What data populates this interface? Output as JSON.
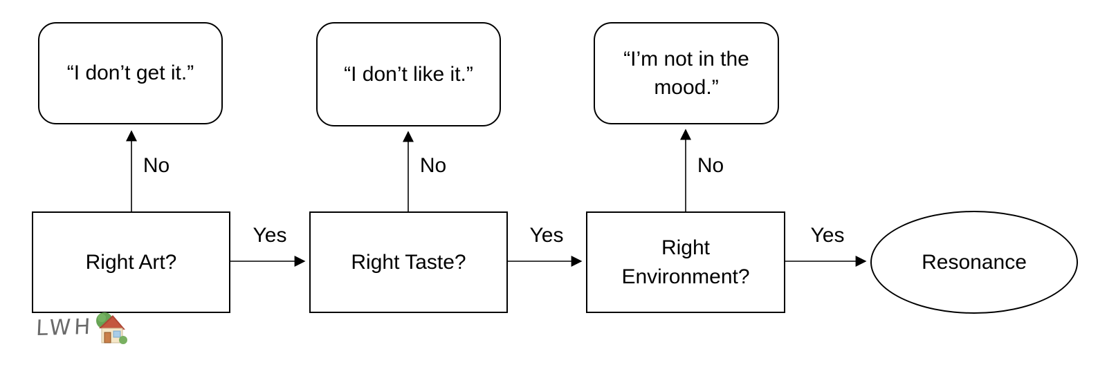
{
  "diagram": {
    "nodes": {
      "i_dont_get_it": {
        "label": "“I don’t get it.”",
        "shape": "rounded-rectangle"
      },
      "i_dont_like_it": {
        "label": "“I don’t like it.”",
        "shape": "rounded-rectangle"
      },
      "im_not_in_the_mood": {
        "label": "“I’m not in the mood.”",
        "shape": "rounded-rectangle"
      },
      "right_art": {
        "label": "Right Art?",
        "shape": "rectangle"
      },
      "right_taste": {
        "label": "Right Taste?",
        "shape": "rectangle"
      },
      "right_environment": {
        "label": "Right Environment?",
        "shape": "rectangle"
      },
      "resonance": {
        "label": "Resonance",
        "shape": "ellipse"
      }
    },
    "edges": [
      {
        "from": "right_art",
        "to": "i_dont_get_it",
        "label": "No"
      },
      {
        "from": "right_art",
        "to": "right_taste",
        "label": "Yes"
      },
      {
        "from": "right_taste",
        "to": "i_dont_like_it",
        "label": "No"
      },
      {
        "from": "right_taste",
        "to": "right_environment",
        "label": "Yes"
      },
      {
        "from": "right_environment",
        "to": "im_not_in_the_mood",
        "label": "No"
      },
      {
        "from": "right_environment",
        "to": "resonance",
        "label": "Yes"
      }
    ],
    "logo": {
      "text": "LWH",
      "icon": "house-with-garden"
    },
    "colors": {
      "stroke": "#000000",
      "text": "#000000",
      "background": "#ffffff",
      "logo_text": "#6a6a6a"
    }
  }
}
